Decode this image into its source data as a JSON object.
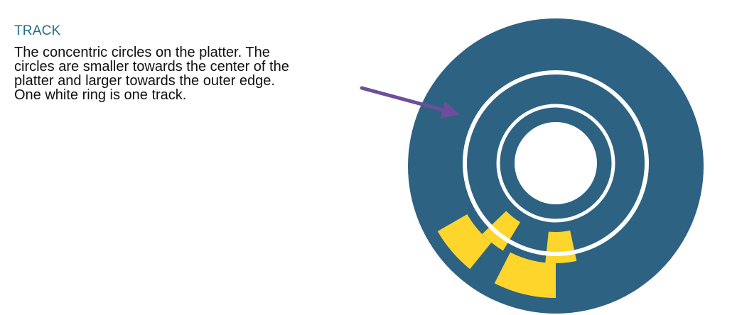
{
  "section": {
    "title": "TRACK",
    "description": "The concentric circles on the platter. The circles are smaller towards the center of the platter and larger towards the outer edge. One white ring is one track."
  },
  "diagram": {
    "subject": "disk-platter",
    "colors": {
      "platter": "#2d6282",
      "track_ring": "#ffffff",
      "sector_highlight": "#fdd52b",
      "arrow": "#6c4e9b",
      "title": "#1f6e8c"
    },
    "track_count": 2,
    "highlighted_sector_count": 4
  }
}
